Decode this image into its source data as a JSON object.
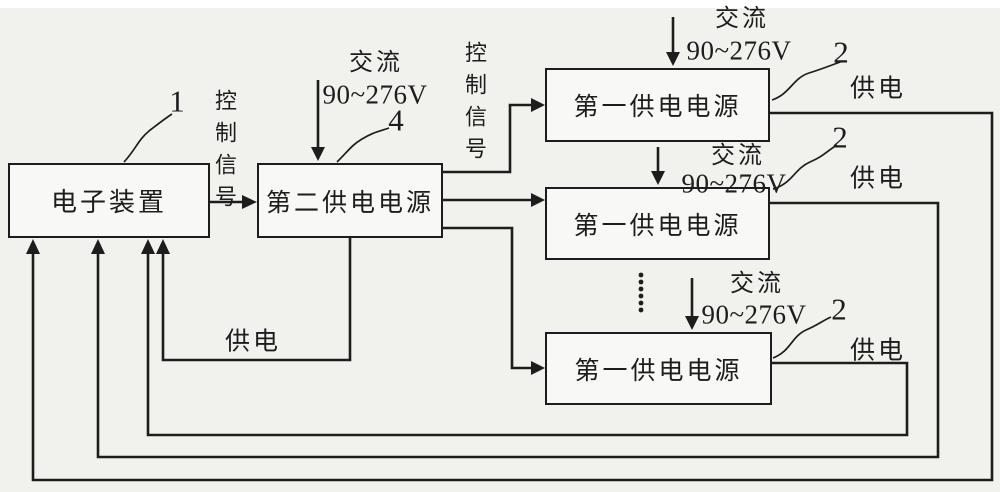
{
  "colors": {
    "ink": "#1d1d1b",
    "background": "#f1f1ee",
    "box_fill": "#f8f8f6"
  },
  "boxes": [
    {
      "id": "electronic-device",
      "label": "电子装置",
      "ref": "1"
    },
    {
      "id": "second-power-supply",
      "label": "第二供电电源",
      "ref": "4"
    },
    {
      "id": "first-power-supply-1",
      "label": "第一供电电源",
      "ref": "2"
    },
    {
      "id": "first-power-supply-2",
      "label": "第一供电电源",
      "ref": "2"
    },
    {
      "id": "first-power-supply-3",
      "label": "第一供电电源",
      "ref": "2"
    }
  ],
  "labels": {
    "control_signal": "控制信号",
    "ac": "交流",
    "ac_range": "90~276V",
    "power": "供电"
  }
}
